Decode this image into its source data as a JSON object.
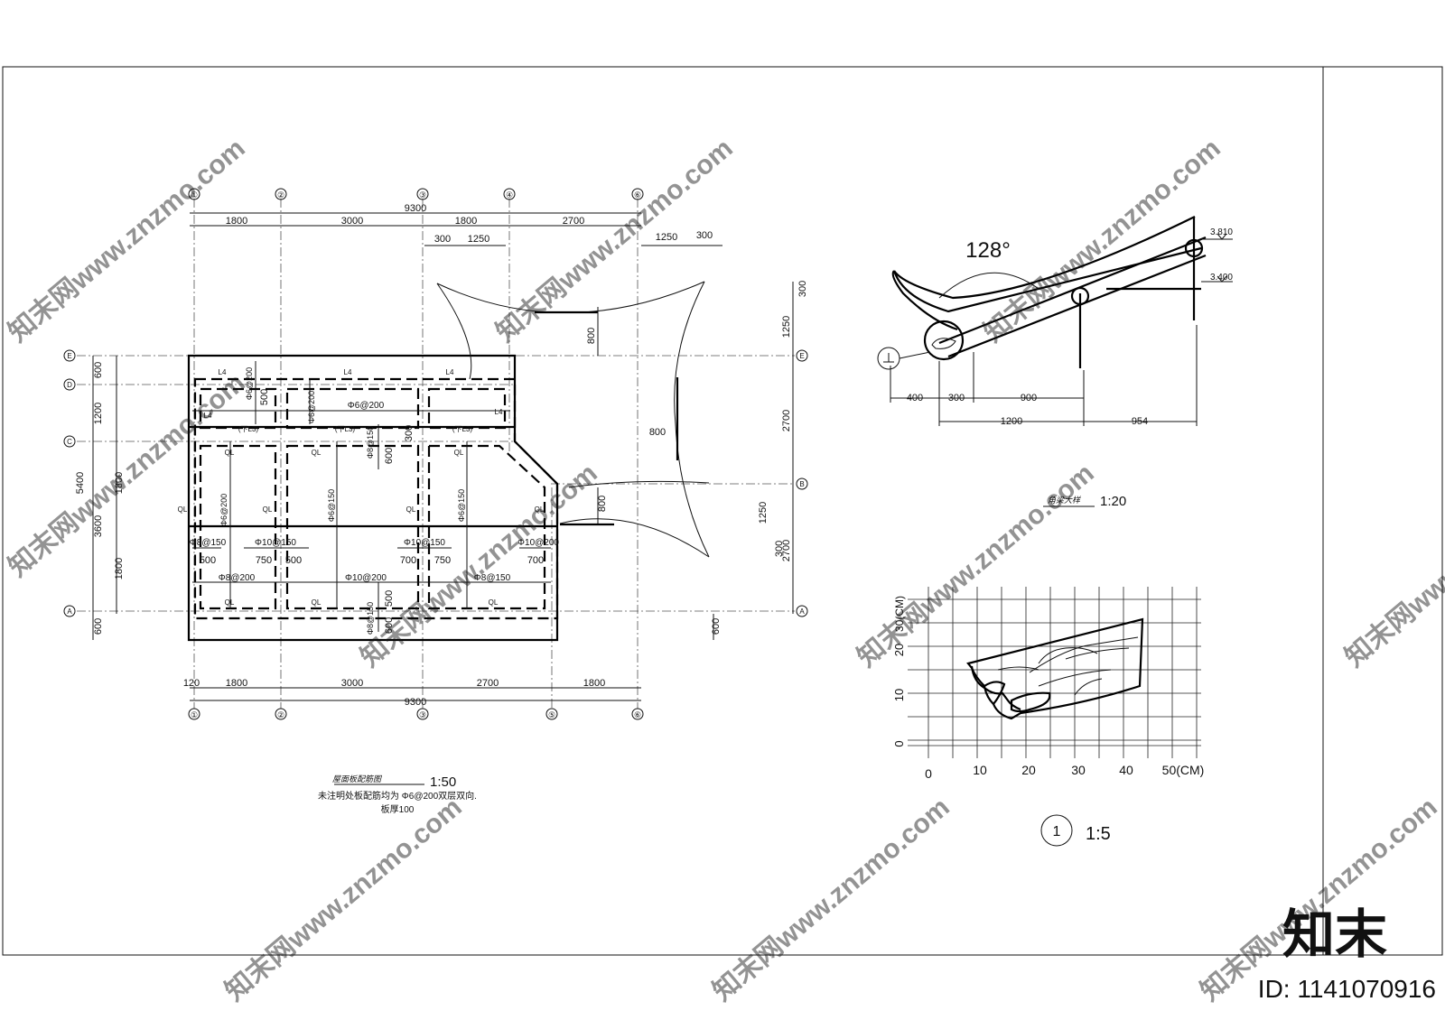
{
  "plan": {
    "top_axes": [
      "①",
      "②",
      "③",
      "④",
      "⑥"
    ],
    "bottom_axes": [
      "①",
      "②",
      "③",
      "⑤",
      "⑥"
    ],
    "left_axes": [
      "E",
      "D",
      "C",
      "A"
    ],
    "right_axes": [
      "E",
      "B",
      "A"
    ],
    "top_dims": [
      "1800",
      "3000",
      "1800",
      "2700"
    ],
    "top_total": "9300",
    "bottom_dims": [
      "1800",
      "3000",
      "2700",
      "1800"
    ],
    "bottom_total": "9300",
    "bottom_offset": "120",
    "canopy_dims": [
      "300",
      "1250",
      "1250",
      "300"
    ],
    "left_dims_outer": [
      "600",
      "5400",
      "600"
    ],
    "left_dims_inner": [
      "1200",
      "1800",
      "3600",
      "1800"
    ],
    "right_dims": [
      "300",
      "1250",
      "2700",
      "1250",
      "300",
      "2700"
    ],
    "canopy_800": [
      "800",
      "800",
      "800"
    ],
    "right_600": "600",
    "beam_labels": [
      "L4",
      "L4",
      "L4",
      "L4",
      "L4",
      "(下L3)",
      "(下L3)",
      "(下L3)",
      "QL",
      "QL",
      "QL",
      "QL",
      "QL",
      "QL",
      "QL",
      "QL",
      "QL",
      "QL"
    ],
    "rebar_labels": [
      "Φ6@200",
      "Φ6@200",
      "Φ6@200",
      "Φ8@150",
      "Φ6@200",
      "Φ6@150",
      "Φ6@150",
      "Φ8@150",
      "Φ10@150",
      "Φ10@150",
      "Φ10@200",
      "Φ8@200",
      "Φ10@200",
      "Φ8@150",
      "Φ8@150"
    ],
    "rebar_dims": [
      "500",
      "300",
      "600",
      "500",
      "750",
      "500",
      "700",
      "750",
      "700",
      "500",
      "600"
    ],
    "title": "屋面板配筋图",
    "scale": "1:50",
    "note_1": "未注明处板配筋均为 Φ6@200双层双向.",
    "note_2": "板厚100"
  },
  "corner": {
    "angle": "128°",
    "elev_top": "3.810",
    "elev_low": "3.400",
    "dims_top": [
      "400",
      "300",
      "900"
    ],
    "dims_bottom": [
      "1200",
      "954"
    ],
    "title": "角梁大样",
    "scale": "1:20"
  },
  "grid_detail": {
    "unit_y": "30(CM)",
    "y_ticks": [
      "30",
      "20",
      "10",
      "0"
    ],
    "x_ticks": [
      "0",
      "10",
      "20",
      "30",
      "40",
      "50(CM)"
    ],
    "marker": "1",
    "scale": "1:5"
  },
  "watermark": {
    "text": "知末网www.znzmo.com",
    "logo": "知末",
    "id": "ID: 1141070916"
  }
}
